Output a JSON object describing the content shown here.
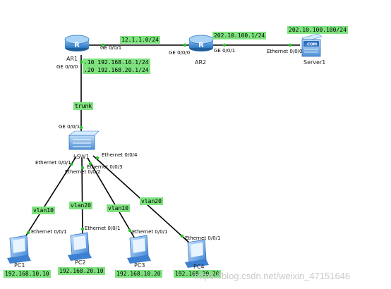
{
  "devices": {
    "ar1": "AR1",
    "ar2": "AR2",
    "server1": "Server1",
    "server_badge": ".COM",
    "lsw1": "LSW1",
    "pc1": "PC1",
    "pc2": "PC2",
    "pc3": "PC3",
    "pc4": "PC4"
  },
  "ports": {
    "ar1_ge001": "GE 0/0/1",
    "ar1_ge000": "GE 0/0/0",
    "ar2_ge000": "GE 0/0/0",
    "ar2_ge001": "GE 0/0/1",
    "server_eth": "Ethernet 0/0/0",
    "lsw_ge001": "GE 0/0/1",
    "lsw_e1": "Ethernet 0/0/1",
    "lsw_e2": "Ethernet 0/0/2",
    "lsw_e3": "Ethernet 0/0/3",
    "lsw_e4": "Ethernet 0/0/4",
    "pc1_eth": "Ethernet 0/0/1",
    "pc2_eth": "Ethernet 0/0/1",
    "pc3_eth": "Ethernet 0/0/1",
    "pc4_eth": "Ethernet 0/0/1"
  },
  "highlights": {
    "link_ar1_ar2": "12.1.1.0/24",
    "link_ar2_server": "202.10.100.1/24",
    "server_net": "202.10.100.100/24",
    "subif_10": ".10 192.168.10.1/24",
    "subif_20": ".20 192.168.20.1/24",
    "trunk": "trunk",
    "vlan_pc1": "vlan10",
    "vlan_pc2": "vlan20",
    "vlan_pc3": "vlan10",
    "vlan_pc4": "vlan20",
    "ip_pc1": "192.168.10.10",
    "ip_pc2": "192.168.20.10",
    "ip_pc3": "192.168.10.20",
    "ip_pc4": "192.168.20.20"
  },
  "watermark": "https://blog.csdn.net/weixin_47151646",
  "colors": {
    "highlight": "#7ee27e",
    "port_dot": "#22c422",
    "router_body": "#3a8fd8",
    "device_blue": "#3d7fd0",
    "line": "#000000"
  }
}
